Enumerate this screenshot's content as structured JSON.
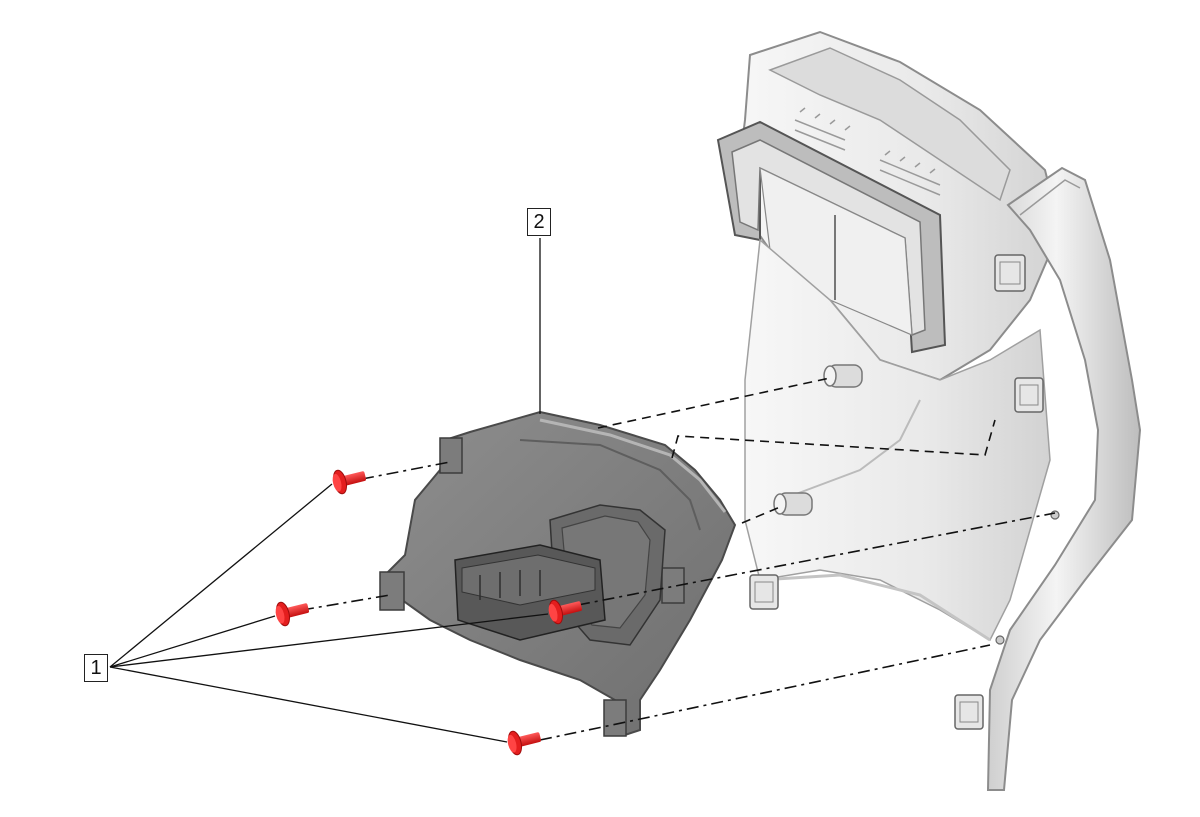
{
  "callouts": [
    {
      "id": "callout-1",
      "label": "1"
    },
    {
      "id": "callout-2",
      "label": "2"
    }
  ],
  "colors": {
    "fastener": "#e41e1e",
    "bracket": "#8a8a8a",
    "panel": "#eeeeee",
    "line": "#111111"
  }
}
